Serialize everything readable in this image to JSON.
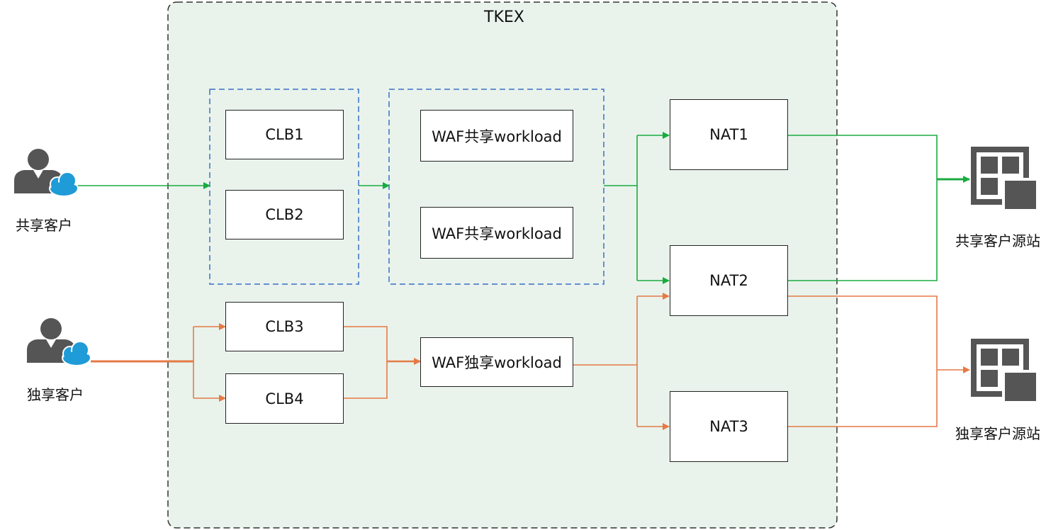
{
  "container": {
    "label": "TKEX"
  },
  "nodes": {
    "clb1": "CLB1",
    "clb2": "CLB2",
    "clb3": "CLB3",
    "clb4": "CLB4",
    "waf_shared_1": "WAF共享workload",
    "waf_shared_2": "WAF共享workload",
    "waf_dedicated": "WAF独享workload",
    "nat1": "NAT1",
    "nat2": "NAT2",
    "nat3": "NAT3"
  },
  "actors": {
    "shared_customer": "共享客户",
    "dedicated_customer": "独享客户"
  },
  "origins": {
    "shared_origin": "共享客户源站",
    "dedicated_origin": "独享客户源站"
  },
  "colors": {
    "shared_flow": "#1aab40",
    "dedicated_flow": "#e57a45",
    "container_bg": "#e9f3ec",
    "group_border": "#3b6fc4",
    "icon_gray": "#555555",
    "cloud_blue": "#1f9bd7"
  },
  "icons": {
    "shared_customer": "user-cloud-icon",
    "dedicated_customer": "user-cloud-icon",
    "shared_origin": "server-grid-icon",
    "dedicated_origin": "server-grid-icon"
  }
}
